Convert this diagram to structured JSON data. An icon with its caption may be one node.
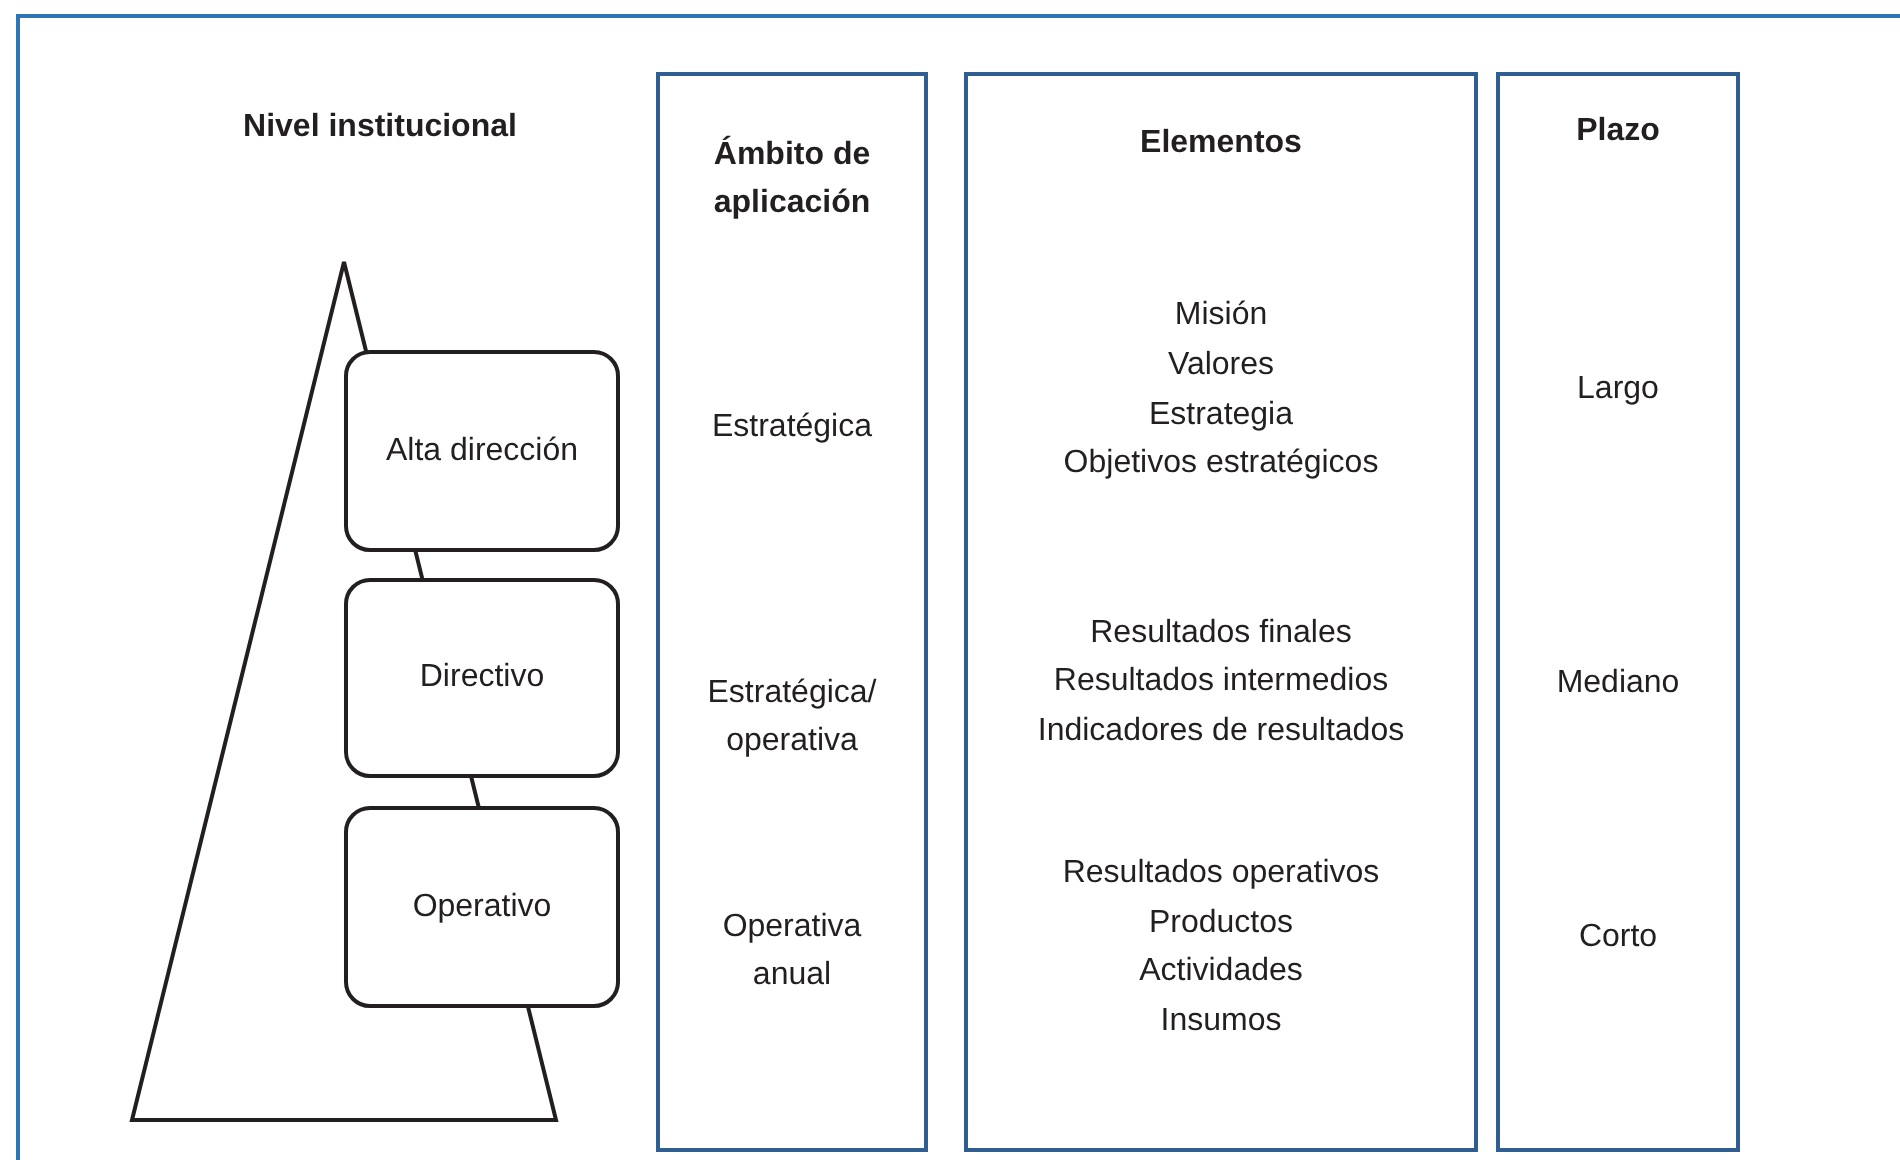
{
  "diagram": {
    "nodes": [
      {
        "text": [
          "Alta dirección"
        ]
      },
      {
        "text": [
          "Directivo"
        ]
      },
      {
        "text": [
          "Operativo"
        ]
      },
      {
        "text": [
          "Ámbito de aplicación",
          "Estratégica",
          "Estratégica/ operativa",
          "Operativa anual"
        ]
      },
      {
        "text": [
          "Elementos",
          "Misión",
          "Valores",
          "Estrategia",
          "Objetivos estratégicos",
          "Resultados finales",
          "Resultados intermedios",
          "Indicadores de resultados",
          "Resultados operativos",
          "Productos",
          "Actividades",
          "Insumos"
        ]
      },
      {
        "text": [
          "Plazo",
          "Largo",
          "Mediano",
          "Corto"
        ]
      }
    ],
    "labels": [
      "Nivel institucional"
    ]
  }
}
